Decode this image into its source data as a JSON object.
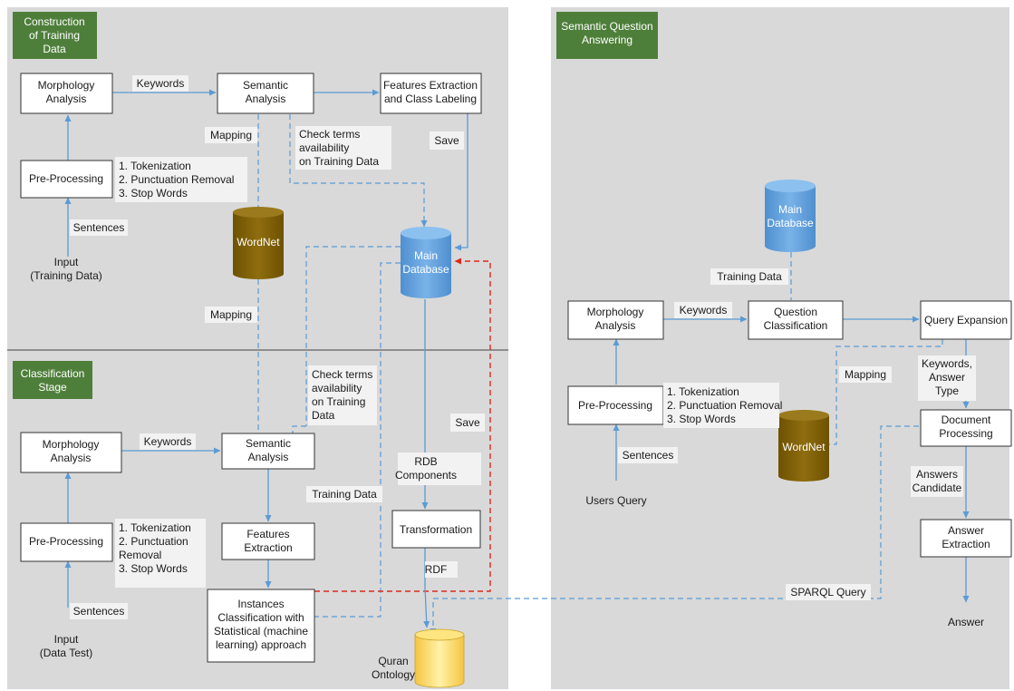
{
  "stages": {
    "construction": "Construction\nof Training\nData",
    "classification": "Classification\nStage",
    "semantic_qa": "Semantic Question\nAnswering"
  },
  "boxes": {
    "morph_train": "Morphology\nAnalysis",
    "semantic_train": "Semantic\nAnalysis",
    "features_class": "Features Extraction\nand Class Labeling",
    "preproc_train": "Pre-Processing",
    "morph_test": "Morphology\nAnalysis",
    "semantic_test": "Semantic\nAnalysis",
    "preproc_test": "Pre-Processing",
    "features_extr": "Features\nExtraction",
    "instances": "Instances\nClassification with\nStatistical (machine\nlearning) approach",
    "transformation": "Transformation",
    "morph_qa": "Morphology\nAnalysis",
    "question_class": "Question\nClassification",
    "query_exp": "Query Expansion",
    "preproc_qa": "Pre-Processing",
    "doc_proc": "Document\nProcessing",
    "answer_extr": "Answer\nExtraction"
  },
  "databases": {
    "wordnet_left": "WordNet",
    "main_db_center": "Main\nDatabase",
    "main_db_right": "Main\nDatabase",
    "wordnet_right": "WordNet",
    "quran": "Quran\nOntology"
  },
  "labels": {
    "keywords1": "Keywords",
    "mapping1": "Mapping",
    "check_terms1": "Check terms\navailability\non Training Data",
    "save1": "Save",
    "steps1": "1. Tokenization\n2. Punctuation Removal\n3. Stop Words",
    "sentences1": "Sentences",
    "input_train": "Input\n(Training Data)",
    "mapping2": "Mapping",
    "check_terms2": "Check terms\navailability\non Training\nData",
    "save2": "Save",
    "keywords2": "Keywords",
    "rdb": "RDB\nComponents",
    "training_data_mid": "Training Data",
    "steps2": "1. Tokenization\n2. Punctuation\nRemoval\n3. Stop Words",
    "sentences2": "Sentences",
    "input_test": "Input\n(Data Test)",
    "rdf": "RDF",
    "training_data_qa": "Training Data",
    "keywords3": "Keywords",
    "mapping3": "Mapping",
    "kw_answer_type": "Keywords,\nAnswer\nType",
    "steps3": "1. Tokenization\n2. Punctuation Removal\n3. Stop Words",
    "sentences3": "Sentences",
    "users_query": "Users Query",
    "answers_candidate": "Answers\nCandidate",
    "sparql": "SPARQL Query",
    "answer": "Answer"
  },
  "colors": {
    "panel": "#d9d9d9",
    "stage_green": "#4e7f3a",
    "arrow_blue": "#5b9bd5",
    "red_dashed": "#e0291e",
    "db_blue": "#5b9bd5",
    "wordnet_brown": "#7f6000",
    "ontology_yellow": "#ffd966"
  }
}
